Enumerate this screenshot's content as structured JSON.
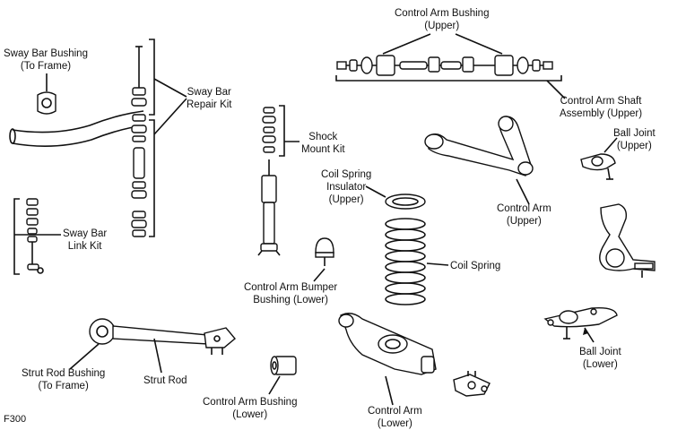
{
  "figure_id": "F300",
  "labels": {
    "sway_bar_bushing": {
      "l1": "Sway Bar Bushing",
      "l2": "(To Frame)"
    },
    "sway_bar_repair_kit": {
      "l1": "Sway Bar",
      "l2": "Repair Kit"
    },
    "sway_bar_link_kit": {
      "l1": "Sway Bar",
      "l2": "Link Kit"
    },
    "shock_mount_kit": {
      "l1": "Shock",
      "l2": "Mount Kit"
    },
    "control_arm_bushing_upper": {
      "l1": "Control Arm Bushing",
      "l2": "(Upper)"
    },
    "control_arm_shaft_assembly": {
      "l1": "Control Arm Shaft",
      "l2": "Assembly (Upper)"
    },
    "ball_joint_upper": {
      "l1": "Ball Joint",
      "l2": "(Upper)"
    },
    "coil_spring_insulator": {
      "l1": "Coil Spring",
      "l2": "Insulator",
      "l3": "(Upper)"
    },
    "control_arm_upper": {
      "l1": "Control Arm",
      "l2": "(Upper)"
    },
    "coil_spring": {
      "l1": "Coil Spring"
    },
    "control_arm_bumper_bushing": {
      "l1": "Control Arm Bumper",
      "l2": "Bushing (Lower)"
    },
    "strut_rod_bushing": {
      "l1": "Strut Rod Bushing",
      "l2": "(To Frame)"
    },
    "strut_rod": {
      "l1": "Strut Rod"
    },
    "control_arm_bushing_lower": {
      "l1": "Control Arm Bushing",
      "l2": "(Lower)"
    },
    "control_arm_lower": {
      "l1": "Control Arm",
      "l2": "(Lower)"
    },
    "ball_joint_lower": {
      "l1": "Ball Joint",
      "l2": "(Lower)"
    }
  }
}
